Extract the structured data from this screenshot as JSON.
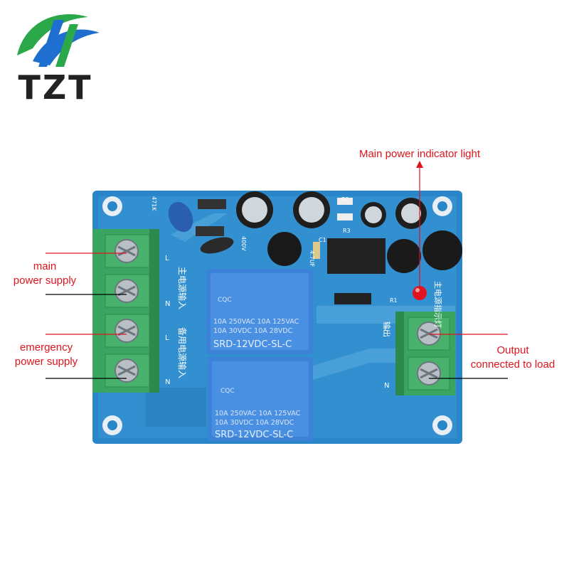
{
  "brand": {
    "logo_text": "TZT",
    "colors": {
      "green": "#2aa84a",
      "blue": "#1e6fd0",
      "red": "#e0141e"
    }
  },
  "annotations": {
    "indicator": "Main power indicator light",
    "main_supply": [
      "main",
      "power supply"
    ],
    "emergency_supply": [
      "emergency",
      "power supply"
    ],
    "output": [
      "Output",
      "connected to load"
    ]
  },
  "relays": [
    {
      "rating_lines": [
        "10A 250VAC  10A 125VAC",
        "10A  30VDC  10A 28VDC"
      ],
      "model": "SRD-12VDC-SL-C",
      "cert": "CQC"
    },
    {
      "rating_lines": [
        "10A 250VAC  10A 125VAC",
        "10A  30VDC  10A 28VDC"
      ],
      "model": "SRD-12VDC-SL-C",
      "cert": "CQC"
    }
  ],
  "silkscreen": {
    "main_input": "主电源输入",
    "backup_input": "备用电源输入",
    "indicator": "主电源指示灯",
    "output": "输出",
    "pin_L": "L",
    "pin_N": "N",
    "ref_R1": "R1",
    "ref_R2": "R2",
    "ref_R3": "R3",
    "ref_C1": "C1",
    "cap_value": "4.7UF",
    "voltage": "400V",
    "resistor": "471K"
  }
}
